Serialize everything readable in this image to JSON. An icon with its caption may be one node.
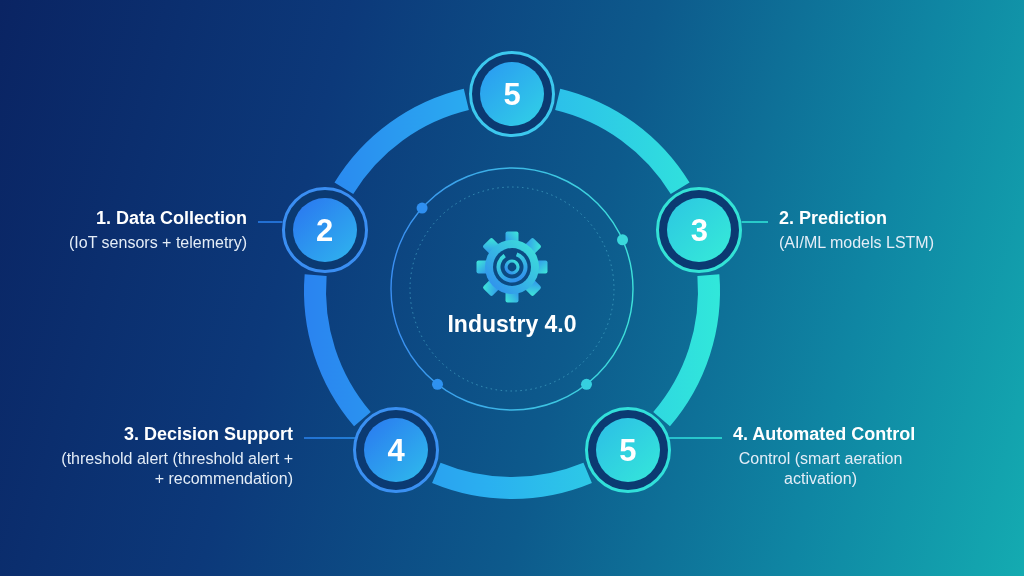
{
  "diagram": {
    "nodes": [
      {
        "text": [
          "5"
        ]
      },
      {
        "text": [
          "1. Data Collection",
          "(IoT sensors + telemetry)"
        ]
      },
      {
        "text": [
          "2"
        ]
      },
      {
        "text": [
          "3"
        ]
      },
      {
        "text": [
          "2. Prediction",
          "(AI/ML models LSTM)"
        ]
      },
      {
        "text": [
          "Industry 4.0"
        ]
      },
      {
        "text": [
          "3. Decision Support",
          "(threshold alert (threshold alert + + recommendation)"
        ]
      },
      {
        "text": [
          "4"
        ]
      },
      {
        "text": [
          "5"
        ]
      },
      {
        "text": [
          "4. Automated Control",
          "Control (smart aeration activation)"
        ]
      }
    ],
    "edges": [
      {
        "from": 0,
        "to": 3,
        "arrow": "none",
        "style": "thick"
      },
      {
        "from": 3,
        "to": 8,
        "arrow": "none",
        "style": "thick"
      },
      {
        "from": 8,
        "to": 7,
        "arrow": "none",
        "style": "thick"
      },
      {
        "from": 7,
        "to": 2,
        "arrow": "none",
        "style": "thick"
      },
      {
        "from": 2,
        "to": 0,
        "arrow": "none",
        "style": "thick"
      },
      {
        "from": 1,
        "to": 2,
        "arrow": "none"
      },
      {
        "from": 4,
        "to": 3,
        "arrow": "none"
      },
      {
        "from": 6,
        "to": 7,
        "arrow": "none"
      },
      {
        "from": 9,
        "to": 8,
        "arrow": "none"
      }
    ]
  }
}
